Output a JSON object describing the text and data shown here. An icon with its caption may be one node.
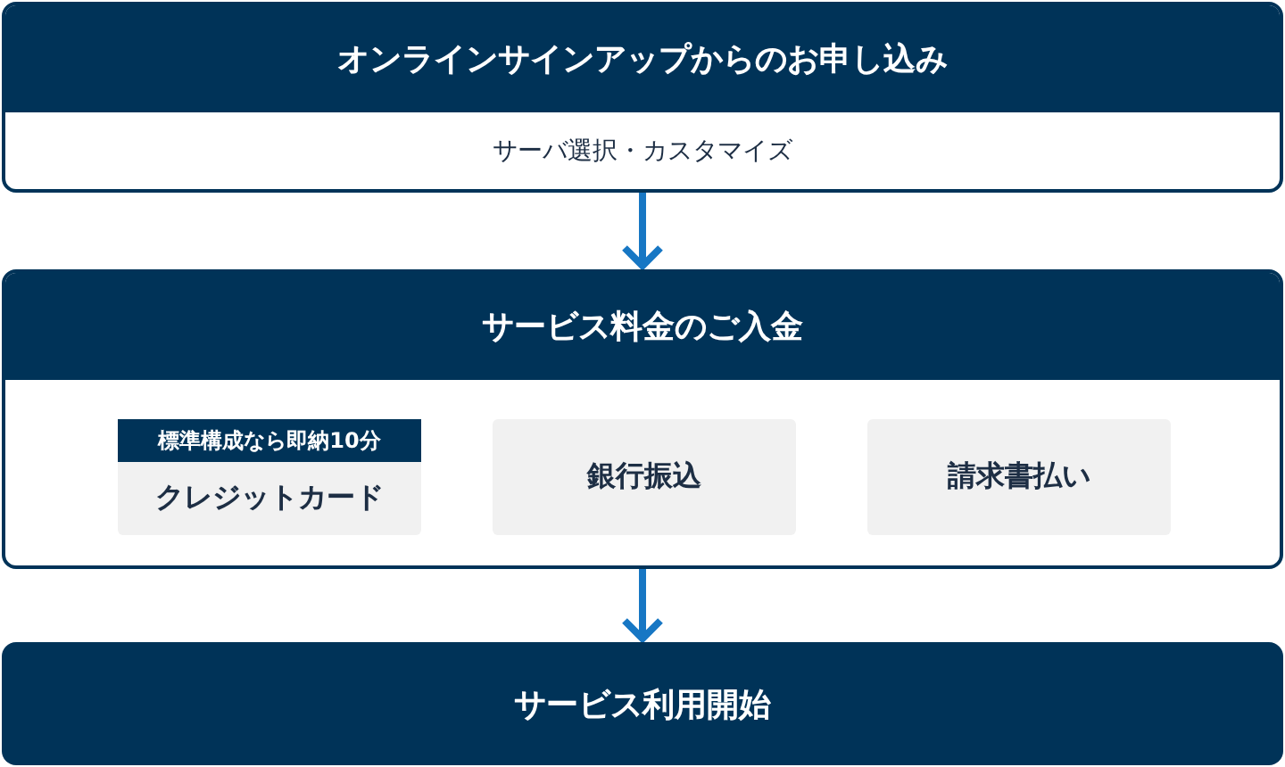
{
  "diagram": {
    "nodes": [
      {
        "text": [
          "オンラインサインアップからのお申し込み",
          "サーバ選択・カスタマイズ"
        ]
      },
      {
        "text": [
          "サービス料金のご入金"
        ]
      },
      {
        "text": [
          "標準構成なら即納10分",
          "クレジットカード"
        ],
        "in": 1
      },
      {
        "text": [
          "銀行振込"
        ],
        "in": 1
      },
      {
        "text": [
          "請求書払い"
        ],
        "in": 1
      },
      {
        "text": [
          "サービス利用開始"
        ]
      }
    ],
    "edges": [
      {
        "from": 0,
        "to": 1,
        "arrow": "to"
      },
      {
        "from": 1,
        "to": 5,
        "arrow": "to"
      }
    ]
  }
}
